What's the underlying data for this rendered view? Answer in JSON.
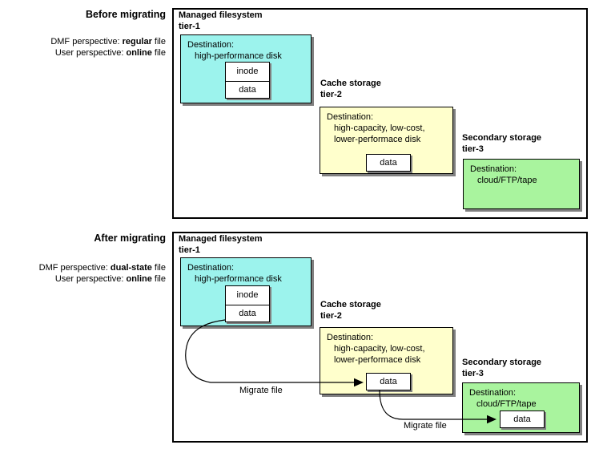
{
  "colors": {
    "tier1_fill": "#9CF3ED",
    "tier2_fill": "#FFFFCC",
    "tier3_fill": "#A9F49E",
    "shadow": "#808080",
    "border": "#000000"
  },
  "panels": [
    {
      "heading": "Before migrating",
      "dmf_perspective": {
        "prefix": "DMF perspective: ",
        "value": "regular",
        "suffix": " file"
      },
      "user_perspective": {
        "prefix": "User perspective: ",
        "value": "online",
        "suffix": " file"
      },
      "tier1": {
        "title_line1": "Managed filesystem",
        "title_line2": "tier-1",
        "destination_label": "Destination:",
        "destination_detail": "high-performance disk",
        "inode_label": "inode",
        "data_label": "data"
      },
      "tier2": {
        "title_line1": "Cache storage",
        "title_line2": "tier-2",
        "destination_label": "Destination:",
        "destination_detail_line1": "high-capacity, low-cost,",
        "destination_detail_line2": "lower-performace disk",
        "data_label": "data"
      },
      "tier3": {
        "title_line1": "Secondary storage",
        "title_line2": "tier-3",
        "destination_label": "Destination:",
        "destination_detail": "cloud/FTP/tape"
      }
    },
    {
      "heading": "After migrating",
      "dmf_perspective": {
        "prefix": "DMF perspective: ",
        "value": "dual-state",
        "suffix": " file"
      },
      "user_perspective": {
        "prefix": "User perspective: ",
        "value": "online",
        "suffix": " file"
      },
      "tier1": {
        "title_line1": "Managed filesystem",
        "title_line2": "tier-1",
        "destination_label": "Destination:",
        "destination_detail": "high-performance disk",
        "inode_label": "inode",
        "data_label": "data"
      },
      "tier2": {
        "title_line1": "Cache storage",
        "title_line2": "tier-2",
        "destination_label": "Destination:",
        "destination_detail_line1": "high-capacity, low-cost,",
        "destination_detail_line2": "lower-performace disk",
        "data_label": "data"
      },
      "tier3": {
        "title_line1": "Secondary storage",
        "title_line2": "tier-3",
        "destination_label": "Destination:",
        "destination_detail": "cloud/FTP/tape",
        "data_label": "data"
      },
      "arrow1_label": "Migrate file",
      "arrow2_label": "Migrate file"
    }
  ]
}
